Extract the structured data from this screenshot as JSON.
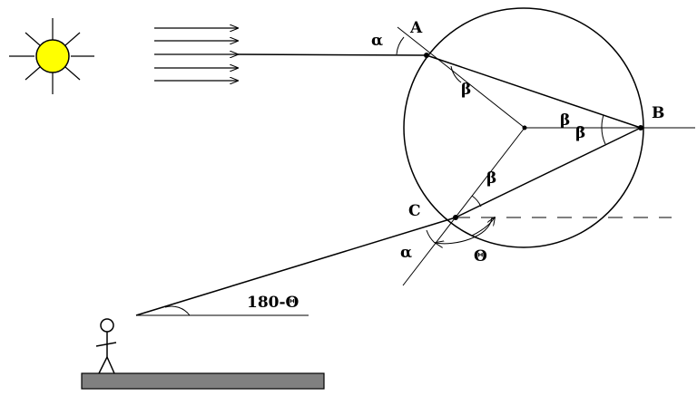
{
  "diagram": {
    "points": {
      "a": "A",
      "b": "B",
      "c": "C"
    },
    "angles": {
      "alpha_top": "α",
      "beta_a": "β",
      "beta_b1": "β",
      "beta_b2": "β",
      "beta_c": "β",
      "alpha_bottom": "α",
      "theta": "Θ",
      "observer_angle": "180-Θ"
    },
    "colors": {
      "sun_fill": "#ffff00",
      "ground_fill": "#808080",
      "ink": "#000000"
    },
    "icons": [
      "sun-icon",
      "stick-figure-icon"
    ]
  }
}
